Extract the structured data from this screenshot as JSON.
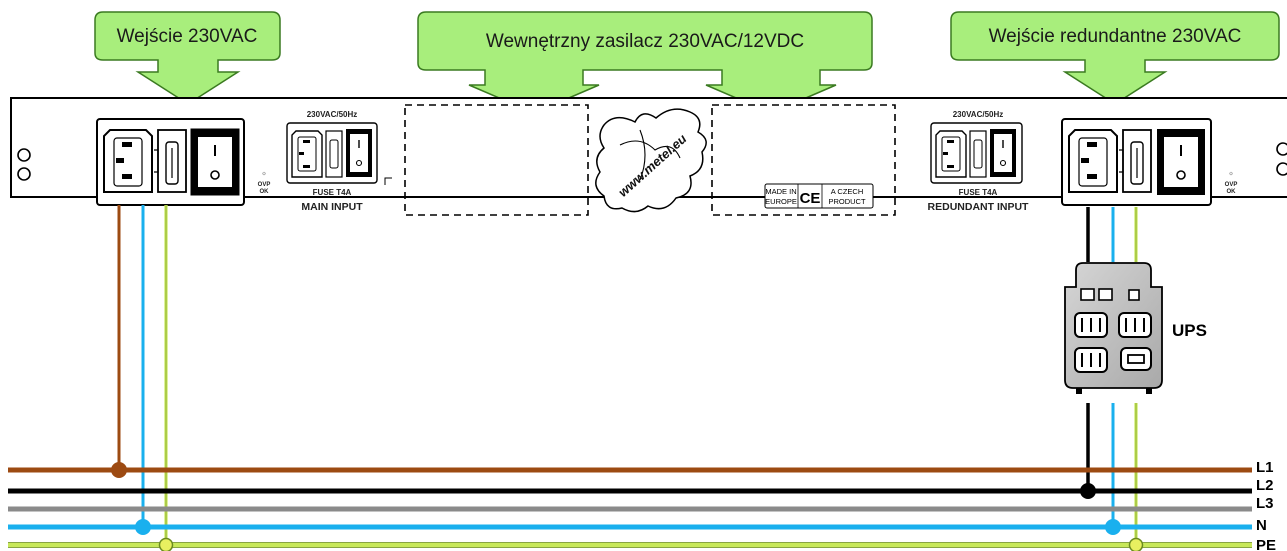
{
  "callouts": {
    "main_input": "Wejście 230VAC",
    "internal_psu": "Wewnętrzny zasilacz 230VAC/12VDC",
    "redundant_input": "Wejście redundantne 230VAC"
  },
  "panel": {
    "rating_left": "230VAC/50Hz",
    "fuse_left": "FUSE T4A",
    "main_input_label": "MAIN INPUT",
    "rating_right": "230VAC/50Hz",
    "fuse_right": "FUSE T4A",
    "redundant_input_label": "REDUNDANT INPUT",
    "ovp_line1": "OVP",
    "ovp_line2": "OK",
    "website": "www.metel.eu",
    "made_in_line1": "MADE IN",
    "made_in_line2": "EUROPE",
    "ce_mark": "CE",
    "czech_line1": "A CZECH",
    "czech_line2": "PRODUCT"
  },
  "ups": {
    "label": "UPS"
  },
  "bus": {
    "L1": "L1",
    "L2": "L2",
    "L3": "L3",
    "N": "N",
    "PE": "PE"
  },
  "colors": {
    "callout_fill": "#a8ee7c",
    "callout_stroke": "#3a7a20",
    "L1": "#9c4a12",
    "L2": "#000000",
    "L3": "#8a8a8a",
    "N": "#1ab0ee",
    "PE": "#c8e85a"
  }
}
